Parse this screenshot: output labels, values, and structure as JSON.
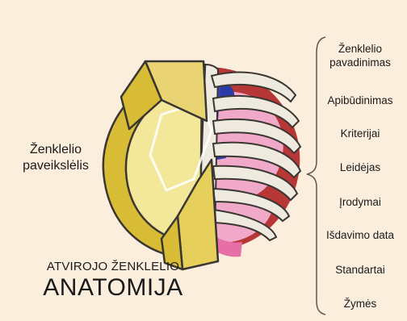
{
  "left_label": {
    "line1": "Ženklelio",
    "line2": "paveikslėlis"
  },
  "title": {
    "small": "ATVIROJO ŽENKLELIO",
    "big": "ANATOMIJA"
  },
  "parts": [
    {
      "line1": "Ženklelio",
      "line2": "pavadinimas"
    },
    {
      "line1": "Apibūdinimas"
    },
    {
      "line1": "Kriterijai"
    },
    {
      "line1": "Leidėjas"
    },
    {
      "line1": "Įrodymai"
    },
    {
      "line1": "Išdavimo data"
    },
    {
      "line1": "Standartai"
    },
    {
      "line1": "Žymės"
    }
  ],
  "colors": {
    "background": "#fbeedd",
    "badge_face": "#f3e79a",
    "badge_rim": "#d9bc35",
    "bone": "#efeadf",
    "lung": "#f1a9c9",
    "muscle": "#b73636",
    "vein": "#2c3aa8"
  }
}
